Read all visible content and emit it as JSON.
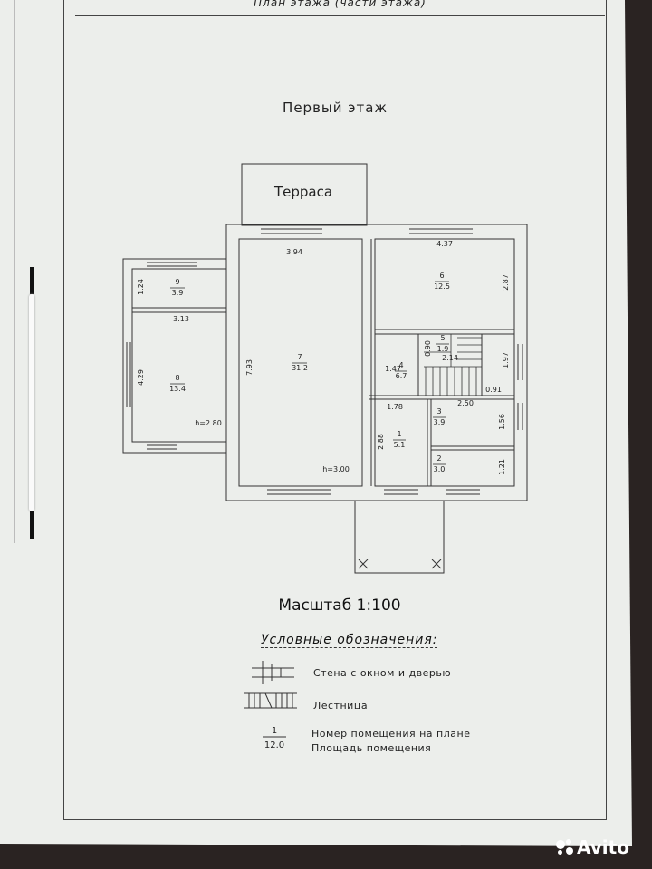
{
  "header_title": "План этажа (части этажа)",
  "floor_title": "Первый этаж",
  "terrace_label": "Терраса",
  "rooms": [
    {
      "num": "9",
      "area": "3.9"
    },
    {
      "num": "8",
      "area": "13.4"
    },
    {
      "num": "7",
      "area": "31.2"
    },
    {
      "num": "6",
      "area": "12.5"
    },
    {
      "num": "5",
      "area": "1.9"
    },
    {
      "num": "4",
      "area": "6.7"
    },
    {
      "num": "3",
      "area": "3.9"
    },
    {
      "num": "1",
      "area": "5.1"
    },
    {
      "num": "2",
      "area": "3.0"
    }
  ],
  "dimensions": {
    "d124": "1.24",
    "d313": "3.13",
    "d429": "4.29",
    "h280": "h=2.80",
    "d394": "3.94",
    "d793": "7.93",
    "h300": "h=3.00",
    "d437": "4.37",
    "d287": "2.87",
    "d147": "1.47",
    "d090": "0.90",
    "d214": "2.14",
    "d197": "1.97",
    "d091": "0.91",
    "d178": "1.78",
    "d250": "2.50",
    "d156": "1.56",
    "d288": "2.88",
    "d121": "1.21"
  },
  "scale_label": "Масштаб 1:100",
  "legend": {
    "title": "Условные обозначения:",
    "wall_label": "Стена с окном и дверью",
    "stair_label": "Лестница",
    "sample_num": "1",
    "sample_area": "12.0",
    "num_label": "Номер помещения на плане",
    "area_label": "Площадь помещения"
  },
  "watermark": "Avito"
}
